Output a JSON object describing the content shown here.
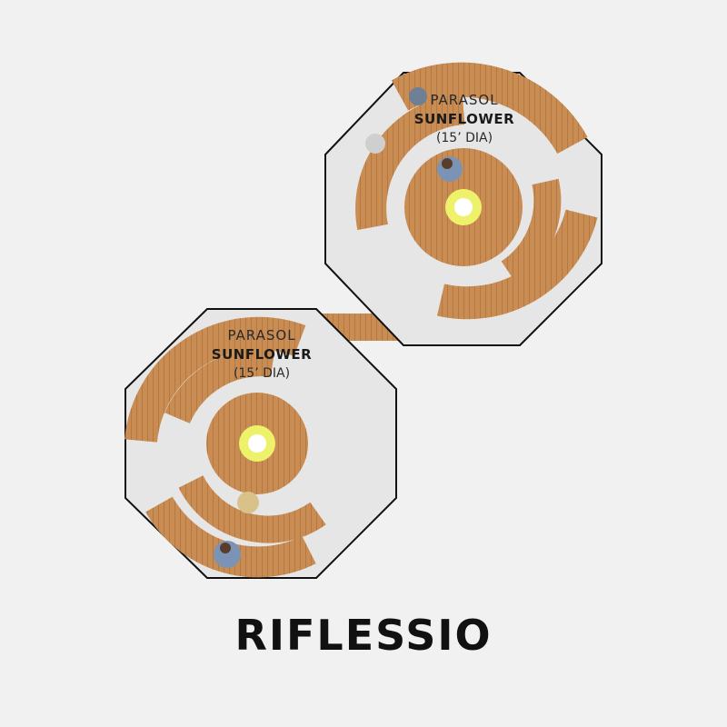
{
  "product_title": "RIFLESSIO",
  "planters": [
    {
      "label_line1": "PARASOL",
      "label_line2": "SUNFLOWER",
      "label_line3": "(15’ DIA)"
    },
    {
      "label_line1": "PARASOL",
      "label_line2": "SUNFLOWER",
      "label_line3": "(15’ DIA)"
    }
  ],
  "colors": {
    "background": "#f1f1f1",
    "octagon_fill": "#e6e6e6",
    "octagon_stroke": "#111111",
    "wood": "#c98c52",
    "wood_slat": "#a56a36",
    "parasol": "#eef26a"
  }
}
